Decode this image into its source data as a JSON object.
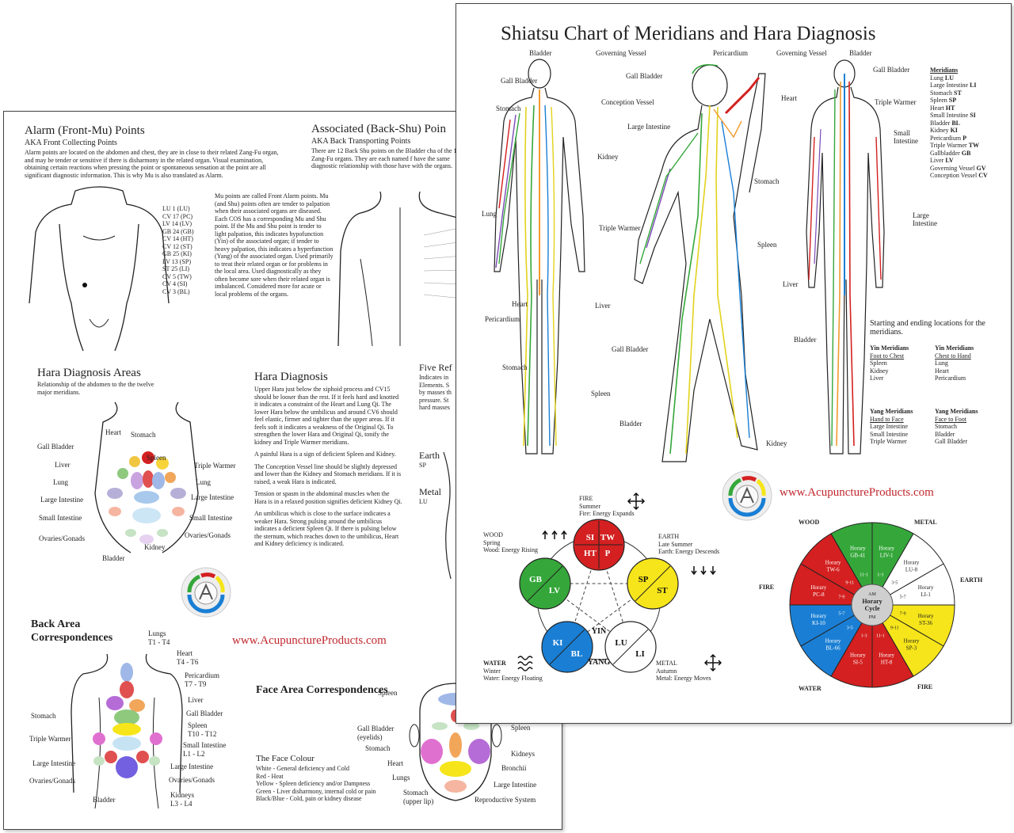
{
  "back_sheet": {
    "alarm": {
      "title": "Alarm (Front-Mu) Points",
      "subtitle": "AKA Front Collecting Points",
      "body": "Alarm points are located on the abdomen and chest, they are in close to their related Zang-Fu organ, and may be tender or sensitive if there is disharmony in the related organ. Visual examination, obtaining certain reactions when pressing the point or spontaneous sensation at the point are all significant diagnostic information. This is why Mu is also translated as Alarm.",
      "points": [
        "LU 1 (LU)",
        "CV 17 (PC)",
        "LV 14 (LV)",
        "GB 24 (GB)",
        "CV 14 (HT)",
        "CV 12 (ST)",
        "GB 25 (KI)",
        "LV 13 (SP)",
        "ST 25 (LI)",
        "CV 5 (TW)",
        "CV 4 (SI)",
        "CV 3 (BL)"
      ],
      "note": "Mu points are called Front Alarm points. Mu (and Shu) points often are tender to palpation when their associated organs are diseased. Each COS has a corresponding Mu and Shu point. If the Mu and Shu point is tender to light palpation, this indicates hypofunction (Yin) of the associated organ; if tender to heavy palpation, this indicates a hyperfunction (Yang) of the associated organ. Used primarily to treat their related organ or for problems in the local area. Used diagnostically as they often become sore when their related organ is imbalanced. Considered more for acute or local problems of the organs."
    },
    "associated": {
      "title": "Associated (Back-Shu) Poin",
      "subtitle": "AKA Back Transporting Points",
      "body": "There are 12 Back Shu points on the Bladder cha of the 12 Zang-Fu organs. They are each named f have the same diagnostic relationship with those have with the organs."
    },
    "hara_areas": {
      "title": "Hara Diagnosis Areas",
      "subtitle": "Relationship of the abdomen to the the twelve major meridians.",
      "labels": [
        "Heart",
        "Stomach",
        "Gall Bladder",
        "Spleen",
        "Liver",
        "Triple Warmer",
        "Lung",
        "Lung",
        "Large Intestine",
        "Large Intestine",
        "Small Intestine",
        "Small Intestine",
        "Ovaries/Gonads",
        "Ovaries/Gonads",
        "Kidney",
        "Bladder"
      ]
    },
    "hara_diagnosis": {
      "title": "Hara Diagnosis",
      "paragraphs": [
        "Upper Hara just below the xiphoid process and CV15 should be looser than the rest. If it feels hard and knotted it indicates a constraint of the Heart and Lung Qi. The lower Hara below the umbilicus and around CV6 should feel elastic, firmer and tighter than the upper areas. If it feels soft it indicates a weakness of the Original Qi. To strengthen the lower Hara and Original Qi, tonify the kidney and Triple Warmer meridians.",
        "A painful Hara is a sign of deficient Spleen and Kidney.",
        "The Conception Vessel line should be slightly depressed and lower than the Kidney and Stomach meridians. If it is raised, a weak Hara is indicated.",
        "Tension or spasm in the abdominal muscles when the Hara is in a relaxed position signifies deficient Kidney Qi.",
        "An umbilicus which is close to the surface indicates a weaker Hara. Strong pulsing around the umbilicus indicates a deficient Spleen Qi. If there is pulsing below the sternum, which reaches down to the umbilicus, Heart and Kidney deficiency is indicated."
      ]
    },
    "five_ref": {
      "title": "Five Ref",
      "body": "Indicates in Elements. S by masses th pressure. St hard masses",
      "earth": "Earth",
      "earth_code": "SP",
      "metal": "Metal",
      "metal_code": "LU"
    },
    "back_area": {
      "title_line1": "Back Area",
      "title_line2": "Correspondences",
      "labels": [
        "Lungs",
        "T1 - T4",
        "Heart",
        "T4 - T6",
        "Pericardium",
        "T7 - T9",
        "Liver",
        "Stomach",
        "Gall Bladder",
        "Triple Warmer",
        "Spleen",
        "T10 - T12",
        "Small Intestine",
        "L1 - L2",
        "Large Intestine",
        "Large Intestine",
        "Ovaries/Gonads",
        "Ovaries/Gonads",
        "Bladder",
        "Kidneys",
        "L3 - L4"
      ]
    },
    "website": "www.AcupunctureProducts.com",
    "face": {
      "title": "Face Area Correspondences",
      "colour_title": "The Face Colour",
      "colour_lines": [
        "White - General deficiency and Cold",
        "Red - Heat",
        "Yellow - Spleen deficiency and/or Dampness",
        "Green - Liver disharmony, internal cold or pain",
        "Black/Blue - Cold, pain or kidney disease"
      ],
      "labels": [
        "Spleen",
        "Gall Bladder",
        "(eyelids)",
        "Stomach",
        "Heart",
        "Lungs",
        "Stomach",
        "(upper lip)",
        "Spleen",
        "Kidneys",
        "Bronchii",
        "Large Intestine",
        "Reproductive System"
      ]
    }
  },
  "front_sheet": {
    "title": "Shiatsu Chart of Meridians and Hara Diagnosis",
    "figure1_labels": [
      "Bladder",
      "Governing Vessel",
      "Gall Bladder",
      "Stomach",
      "Conception Vessel",
      "Large Intestine",
      "Kidney",
      "Lung",
      "Triple Warmer",
      "Heart",
      "Pericardium",
      "Liver",
      "Stomach",
      "Gall Bladder",
      "Spleen",
      "Bladder"
    ],
    "figure2_labels": [
      "Pericardium",
      "Gall Bladder",
      "Heart",
      "Stomach",
      "Spleen",
      "Liver",
      "Bladder",
      "Kidney"
    ],
    "figure3_labels": [
      "Governing Vessel",
      "Bladder",
      "Gall Bladder",
      "Triple Warmer",
      "Small Intestine",
      "Large Intestine"
    ],
    "meridians_title": "Meridians",
    "meridians": [
      {
        "name": "Lung",
        "code": "LU"
      },
      {
        "name": "Large Intestine",
        "code": "LI"
      },
      {
        "name": "Stomach",
        "code": "ST"
      },
      {
        "name": "Spleen",
        "code": "SP"
      },
      {
        "name": "Heart",
        "code": "HT"
      },
      {
        "name": "Small Intestine",
        "code": "SI"
      },
      {
        "name": "Bladder",
        "code": "BL"
      },
      {
        "name": "Kidney",
        "code": "KI"
      },
      {
        "name": "Pericardium",
        "code": "P"
      },
      {
        "name": "Triple Warmer",
        "code": "TW"
      },
      {
        "name": "Gallbladder",
        "code": "GB"
      },
      {
        "name": "Liver",
        "code": "LV"
      },
      {
        "name": "Governing Vessel",
        "code": "GV"
      },
      {
        "name": "Conception Vessel",
        "code": "CV"
      }
    ],
    "locations_title": "Starting and ending locations for the meridians.",
    "yin_col1": {
      "title": "Yin Meridians",
      "sub": "Foot to Chest",
      "items": [
        "Spleen",
        "Kidney",
        "Liver"
      ]
    },
    "yin_col2": {
      "title": "Yin Meridians",
      "sub": "Chest to Hand",
      "items": [
        "Lung",
        "Heart",
        "Pericardium"
      ]
    },
    "yang_col1": {
      "title": "Yang Meridians",
      "sub": "Hand to Face",
      "items": [
        "Large Intestine",
        "Small Intestine",
        "Triple Warmer"
      ]
    },
    "yang_col2": {
      "title": "Yang Meridians",
      "sub": "Face to Foot",
      "items": [
        "Stomach",
        "Bladder",
        "Gall Bladder"
      ]
    },
    "website": "www.AcupunctureProducts.com",
    "five_elements": {
      "fire": {
        "name": "FIRE",
        "season": "Summer",
        "desc": "Fire: Energy Expands",
        "codes": [
          "SI",
          "TW",
          "HT",
          "P"
        ]
      },
      "earth": {
        "name": "EARTH",
        "season": "Late Summer",
        "desc": "Earth: Energy Descends",
        "codes": [
          "SP",
          "ST"
        ]
      },
      "wood": {
        "name": "WOOD",
        "season": "Spring",
        "desc": "Wood: Energy Rising",
        "codes": [
          "GB",
          "LV"
        ]
      },
      "water": {
        "name": "WATER",
        "season": "Winter",
        "desc": "Water: Energy Floating",
        "codes": [
          "KI",
          "BL"
        ]
      },
      "metal": {
        "name": "METAL",
        "season": "Autumn",
        "desc": "Metal: Energy Moves",
        "codes": [
          "LU",
          "LI"
        ]
      },
      "yin": "YIN",
      "yang": "YANG",
      "colors": {
        "fire": "#d42020",
        "earth": "#f6e51a",
        "wood": "#35a73a",
        "water": "#1a7fd4",
        "metal": "#ffffff"
      }
    },
    "horary": {
      "center": [
        "AM",
        "Horary",
        "Cycle",
        "PM"
      ],
      "element_labels": [
        "WOOD",
        "METAL",
        "FIRE",
        "EARTH",
        "WATER",
        "FIRE"
      ],
      "segments": [
        {
          "label": "Horary LIV-1",
          "time": "1-3",
          "color": "#35a73a"
        },
        {
          "label": "Horary LU-8",
          "time": "3-5",
          "color": "#ffffff"
        },
        {
          "label": "Horary LI-1",
          "time": "5-7",
          "color": "#ffffff"
        },
        {
          "label": "Horary ST-36",
          "time": "7-9",
          "color": "#f6e51a"
        },
        {
          "label": "Horary SP-3",
          "time": "9-11",
          "color": "#f6e51a"
        },
        {
          "label": "Horary HT-8",
          "time": "11-1",
          "color": "#d42020"
        },
        {
          "label": "Horary SI-5",
          "time": "1-3",
          "color": "#d42020"
        },
        {
          "label": "Horary BL-66",
          "time": "3-5",
          "color": "#1a7fd4"
        },
        {
          "label": "Horary KI-10",
          "time": "5-7",
          "color": "#1a7fd4"
        },
        {
          "label": "Horary PC-8",
          "time": "7-9",
          "color": "#d42020"
        },
        {
          "label": "Horary TW-6",
          "time": "9-11",
          "color": "#d42020"
        },
        {
          "label": "Horary GB-41",
          "time": "11-1",
          "color": "#35a73a"
        }
      ]
    }
  }
}
